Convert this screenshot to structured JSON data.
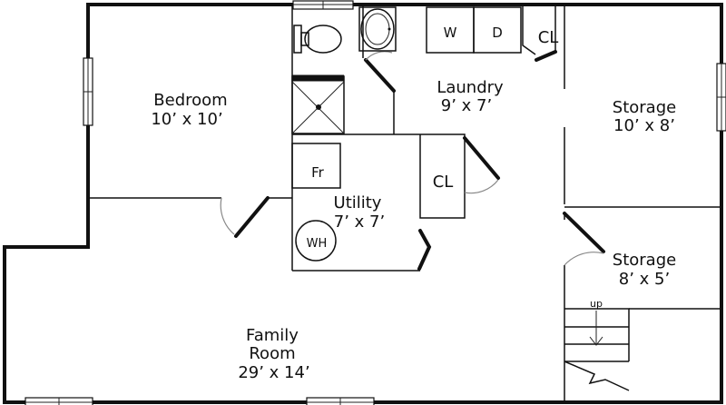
{
  "rooms": {
    "bedroom": {
      "name": "Bedroom",
      "size": "10’ x 10’"
    },
    "laundry": {
      "name": "Laundry",
      "size": "9’ x 7’"
    },
    "storage_large": {
      "name": "Storage",
      "size": "10’ x 8’"
    },
    "utility": {
      "name": "Utility",
      "size": "7’ x 7’"
    },
    "storage_small": {
      "name": "Storage",
      "size": "8’ x 5’"
    },
    "family_room": {
      "line1": "Family",
      "line2": "Room",
      "size": "29’ x 14’"
    }
  },
  "fixtures": {
    "washer": "W",
    "dryer": "D",
    "closet_laundry": "CL",
    "closet_utility": "CL",
    "furnace": "Fr",
    "water_heater": "WH",
    "stairs_up": "up"
  }
}
